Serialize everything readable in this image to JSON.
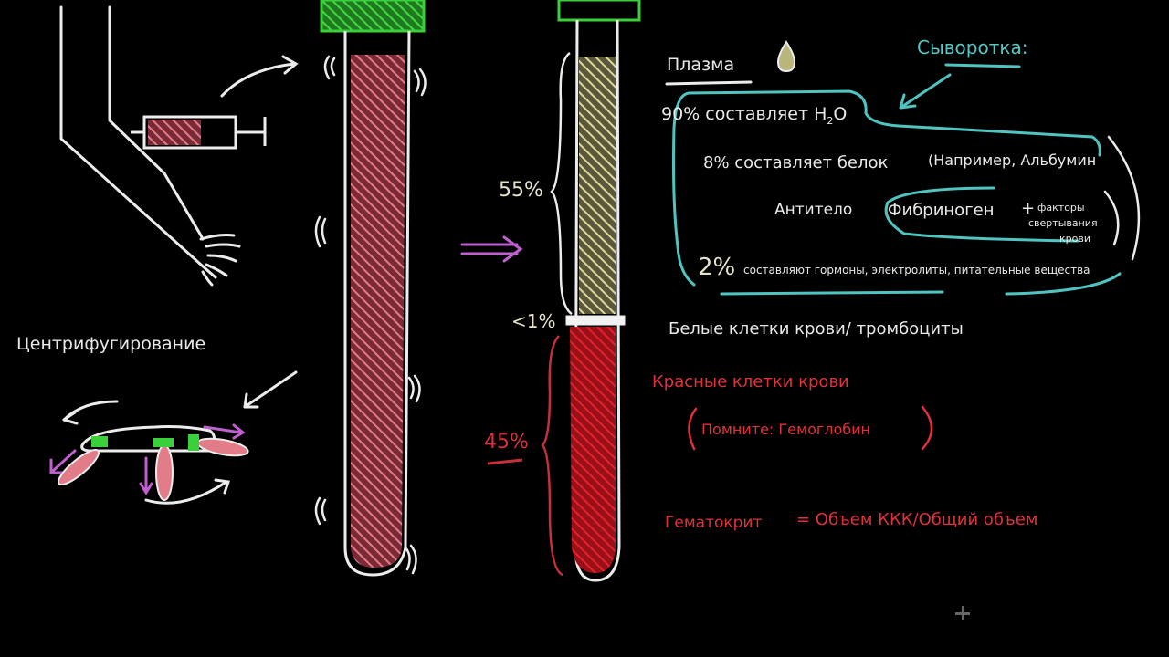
{
  "colors": {
    "background": "#000000",
    "chalk_white": "#ececec",
    "plasma_yellow": "#dcd8a0",
    "rbc_red": "#e01f2a",
    "whole_blood_pink": "#e0707e",
    "cap_green": "#3ad03a",
    "serum_teal": "#4fc4c0",
    "arrow_purple": "#c060d0",
    "label_red": "#e0313a"
  },
  "left": {
    "centrifuge_label": "Центрифугирование"
  },
  "tube": {
    "plasma_pct": "55%",
    "buffy_pct": "<1%",
    "rbc_pct": "45%"
  },
  "plasma": {
    "title": "Плазма",
    "serum_label": "Сыворотка:",
    "water_line_prefix": "90% составляет H",
    "water_sub": "2",
    "water_suffix": "O",
    "protein_line": "8% составляет белок",
    "protein_example": "(Например, Альбумин",
    "antibody": "Антитело",
    "fibrinogen": "Фибриноген",
    "clotting_plus": "+",
    "clotting_factors_1": "факторы",
    "clotting_factors_2": "свертывания",
    "clotting_factors_3": "крови",
    "other_pct": "2%",
    "other_line": "составляют гормоны, электролиты, питательные вещества"
  },
  "layers": {
    "wbc_label": "Белые клетки крови/ тромбоциты",
    "rbc_label": "Красные клетки крови",
    "remember_label": "Помните: Гемоглобин",
    "hematocrit_label": "Гематокрит",
    "hematocrit_formula": "= Объем ККК/Общий объем"
  }
}
